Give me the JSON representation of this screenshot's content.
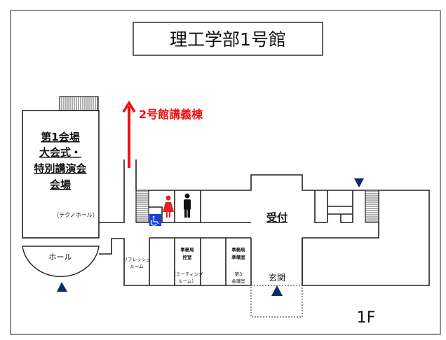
{
  "title": "理工学部1号館",
  "floor": "1F",
  "direction_label": "2号館講義棟",
  "hall_room": {
    "lines": [
      "第1会場",
      "大会式・",
      "特別講演会",
      "会場"
    ],
    "subtitle": "（テクノホール）"
  },
  "hall": "ホール",
  "reception": "受付",
  "entrance": "玄関",
  "refresh_room": [
    "リフレッシュ",
    "ルーム"
  ],
  "office_anteroom": {
    "name": [
      "事務局",
      "控室"
    ],
    "note": [
      "（ミーティング",
      "ルーム）"
    ]
  },
  "office_prep_room": {
    "name": [
      "事務局",
      "準備室"
    ],
    "note": [
      "第3",
      "会議室"
    ]
  },
  "icons": [
    "stairs-icon",
    "female-toilet-icon",
    "male-toilet-icon",
    "wheelchair-icon",
    "entrance-arrow-icon",
    "direction-arrow-icon"
  ],
  "colors": {
    "arrow": "#ee1111",
    "entrance_marker": "#0b2a6b",
    "wheelchair": "#1a44d6",
    "female": "#e52222"
  }
}
